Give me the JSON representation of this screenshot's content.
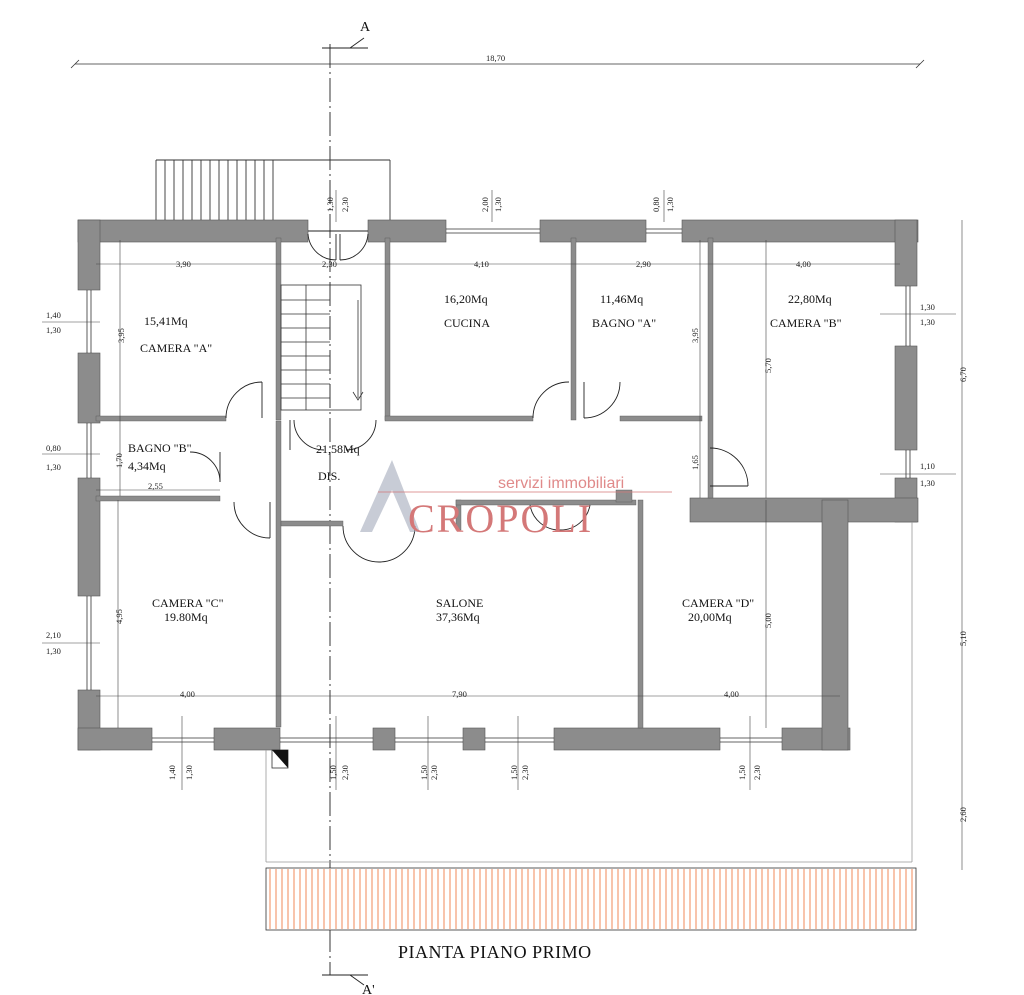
{
  "title": "PIANTA PIANO PRIMO",
  "section": {
    "top": "A",
    "bottom": "A'"
  },
  "watermark": {
    "line1": "servizi immobiliari",
    "line2": "CROPOLI",
    "initial": "A"
  },
  "rooms": {
    "camera_a": {
      "name": "CAMERA \"A\"",
      "area": "15,41Mq"
    },
    "cucina": {
      "name": "CUCINA",
      "area": "16,20Mq"
    },
    "bagno_a": {
      "name": "BAGNO \"A\"",
      "area": "11,46Mq"
    },
    "camera_b": {
      "name": "CAMERA \"B\"",
      "area": "22,80Mq"
    },
    "bagno_b": {
      "name": "BAGNO \"B\"",
      "area": "4,34Mq"
    },
    "dis": {
      "name": "DIS.",
      "area": "21,58Mq"
    },
    "camera_c": {
      "name": "CAMERA \"C\"",
      "area": "19.80Mq"
    },
    "salone": {
      "name": "SALONE",
      "area": "37,36Mq"
    },
    "camera_d": {
      "name": "CAMERA \"D\"",
      "area": "20,00Mq"
    }
  },
  "dims": {
    "overall": "18,70",
    "w_390": "3,90",
    "w_230": "2,30",
    "w_410": "4,10",
    "w_290": "2,90",
    "w_400_b": "4,00",
    "w_255": "2,55",
    "w_400_c": "4,00",
    "w_790": "7,90",
    "w_400_d": "4,00",
    "h_395_a": "3,95",
    "h_395_b": "3,95",
    "h_170": "1,70",
    "h_165": "1,65",
    "h_570": "5,70",
    "h_495": "4,95",
    "h_500": "5,00",
    "right_670": "6,70",
    "right_510": "5,10",
    "right_260": "2,60",
    "top_130_a": "1,30",
    "top_230_a": "2,30",
    "top_200": "2,00",
    "top_130_b": "1,30",
    "top_080": "0,80",
    "top_130_c": "1,30",
    "left_140": "1,40",
    "left_130_a": "1,30",
    "left_080": "0,80",
    "left_130_b": "1,30",
    "left_210": "2,10",
    "left_130_c": "1,30",
    "right_130_a": "1,30",
    "right_130_b": "1,30",
    "right_110": "1,10",
    "right_130_c": "1,30",
    "bot_140": "1,40",
    "bot_130_a": "1,30",
    "bot_150_a": "1,50",
    "bot_230_a": "2,30",
    "bot_150_b": "1,50",
    "bot_230_b": "2,30",
    "bot_150_c": "1,50",
    "bot_230_c": "2,30",
    "bot_150_d": "1,50",
    "bot_230_d": "2,30"
  },
  "colors": {
    "wall": "#8c8c8c",
    "terrace": "#f08a5a",
    "watermark": "#d47878"
  }
}
